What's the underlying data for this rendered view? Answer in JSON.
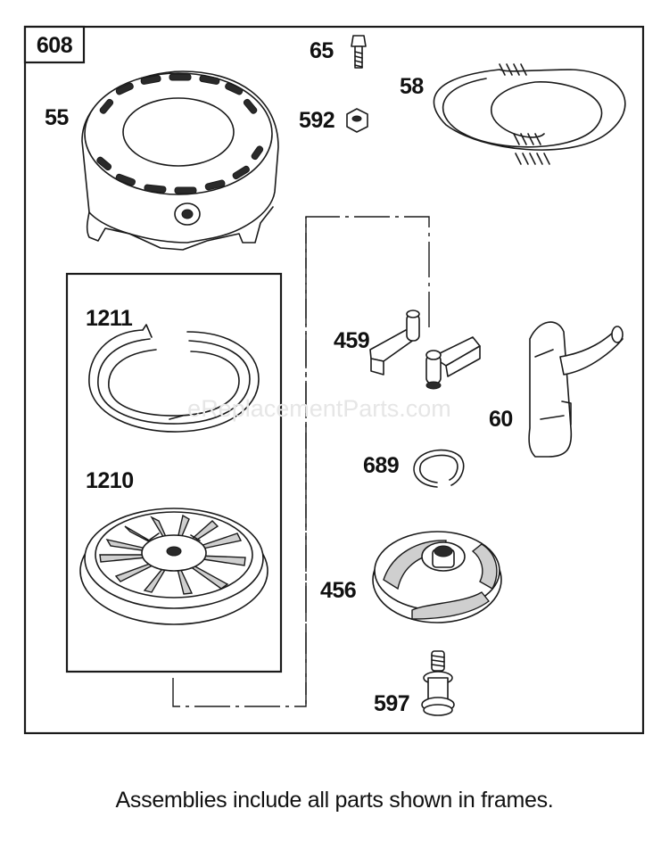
{
  "diagram": {
    "frame_label": "608",
    "watermark": "eReplacementParts.com",
    "caption": "Assemblies include all parts shown in frames.",
    "parts": {
      "p55": "55",
      "p65": "65",
      "p592": "592",
      "p58": "58",
      "p1211": "1211",
      "p1210": "1210",
      "p459": "459",
      "p60": "60",
      "p689": "689",
      "p456": "456",
      "p597": "597"
    }
  }
}
